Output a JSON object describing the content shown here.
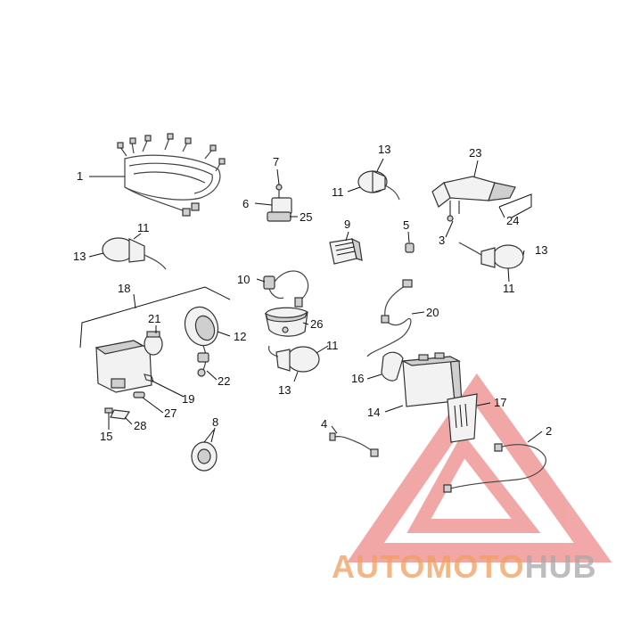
{
  "callouts": [
    {
      "id": "c1",
      "label": "1"
    },
    {
      "id": "c2",
      "label": "2"
    },
    {
      "id": "c3",
      "label": "3"
    },
    {
      "id": "c4",
      "label": "4"
    },
    {
      "id": "c5",
      "label": "5"
    },
    {
      "id": "c6",
      "label": "6"
    },
    {
      "id": "c7",
      "label": "7"
    },
    {
      "id": "c8",
      "label": "8"
    },
    {
      "id": "c9",
      "label": "9"
    },
    {
      "id": "c10",
      "label": "10"
    },
    {
      "id": "c11a",
      "label": "11"
    },
    {
      "id": "c11b",
      "label": "11"
    },
    {
      "id": "c11c",
      "label": "11"
    },
    {
      "id": "c11d",
      "label": "11"
    },
    {
      "id": "c12",
      "label": "12"
    },
    {
      "id": "c13a",
      "label": "13"
    },
    {
      "id": "c13b",
      "label": "13"
    },
    {
      "id": "c13c",
      "label": "13"
    },
    {
      "id": "c13d",
      "label": "13"
    },
    {
      "id": "c14",
      "label": "14"
    },
    {
      "id": "c15",
      "label": "15"
    },
    {
      "id": "c16",
      "label": "16"
    },
    {
      "id": "c17",
      "label": "17"
    },
    {
      "id": "c18",
      "label": "18"
    },
    {
      "id": "c19",
      "label": "19"
    },
    {
      "id": "c20",
      "label": "20"
    },
    {
      "id": "c21",
      "label": "21"
    },
    {
      "id": "c22",
      "label": "22"
    },
    {
      "id": "c23",
      "label": "23"
    },
    {
      "id": "c24",
      "label": "24"
    },
    {
      "id": "c25",
      "label": "25"
    },
    {
      "id": "c26",
      "label": "26"
    },
    {
      "id": "c27",
      "label": "27"
    },
    {
      "id": "c28",
      "label": "28"
    }
  ],
  "watermark": {
    "part1": "AUTO",
    "part2": "MOTO",
    "part3": "HUB",
    "color_primary": "#f0a060",
    "color_secondary": "#a8a8a8",
    "triangle_color": "#e86060"
  }
}
